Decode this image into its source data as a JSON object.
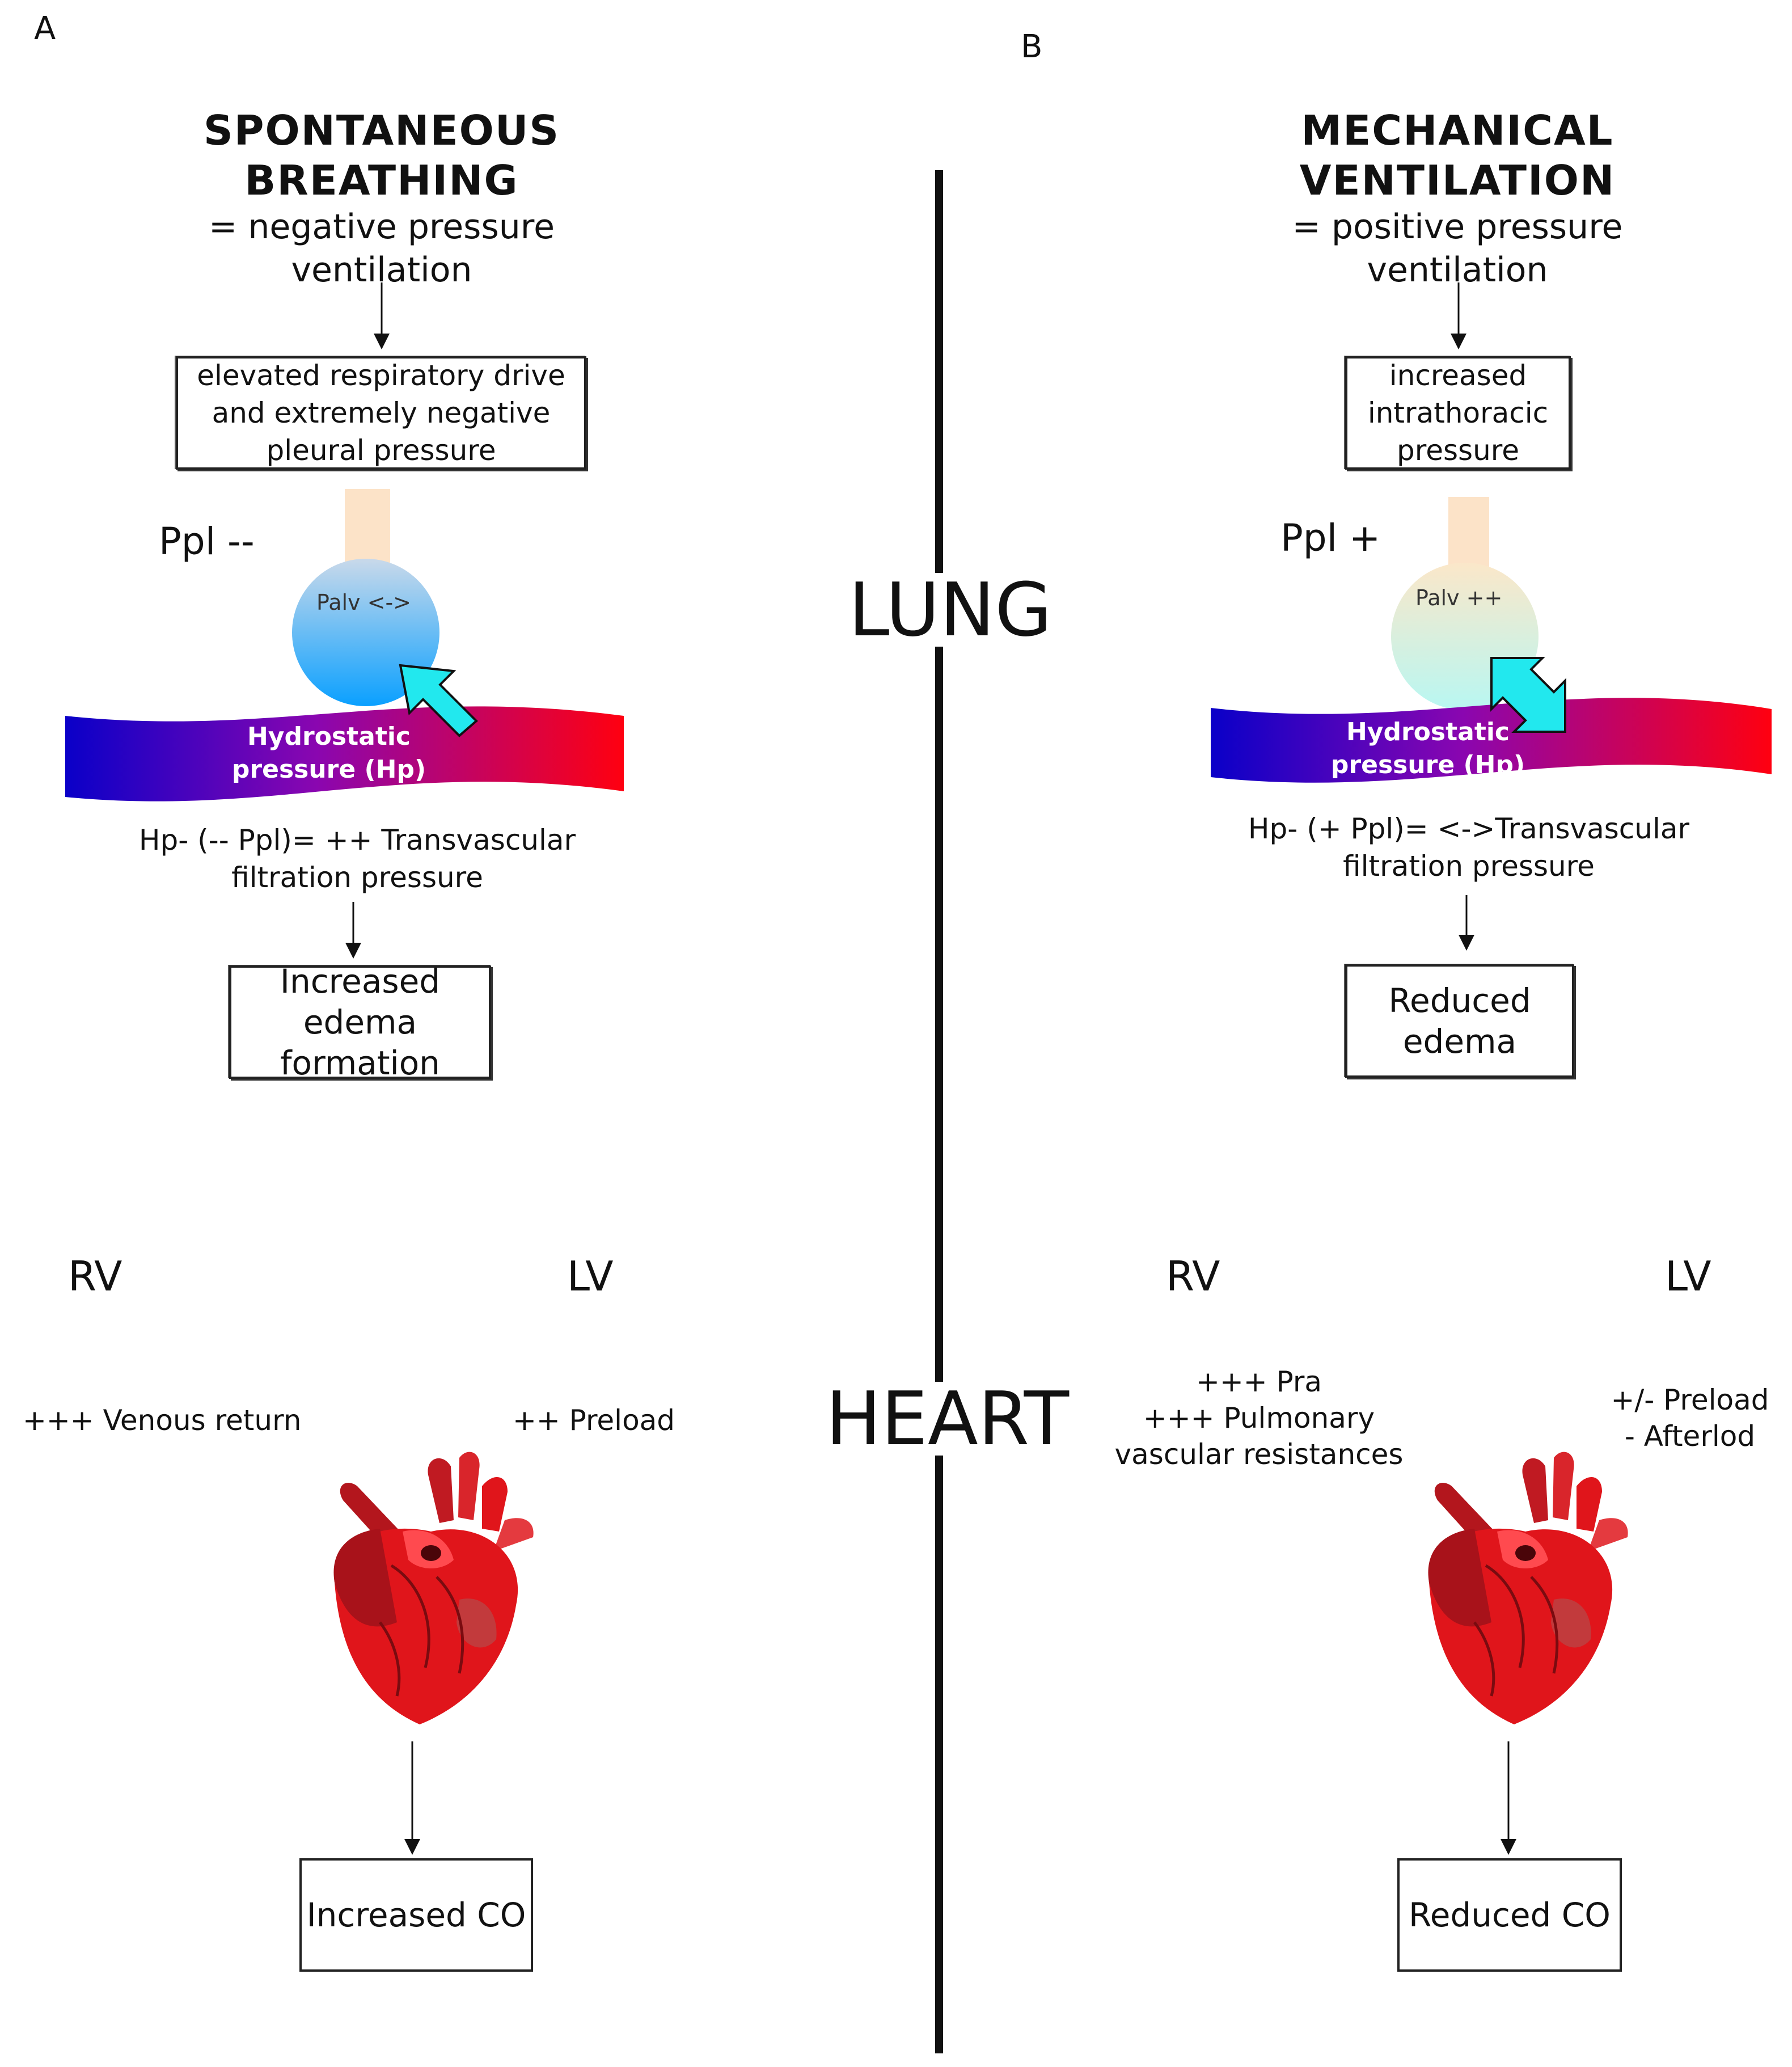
{
  "panel_a": {
    "label": "A",
    "title_line1": "SPONTANEOUS",
    "title_line2": "BREATHING",
    "subtitle_line1": "= negative pressure",
    "subtitle_line2": "ventilation",
    "box1_line1": "elevated respiratory drive",
    "box1_line2": "and extremely negative",
    "box1_line3": "pleural pressure",
    "ppl": "Ppl --",
    "palv": "Palv <->",
    "hp_line1": "Hydrostatic",
    "hp_line2": "pressure (Hp)",
    "formula_line1": "Hp- (-- Ppl)= ++ Transvascular",
    "formula_line2": "filtration pressure",
    "edema_line1": "Increased",
    "edema_line2": "edema",
    "edema_line3": "formation",
    "rv": "RV",
    "lv": "LV",
    "rv_note": "+++ Venous return",
    "lv_note": "++ Preload",
    "co": "Increased CO"
  },
  "panel_b": {
    "label": "B",
    "title_line1": "MECHANICAL",
    "title_line2": "VENTILATION",
    "subtitle_line1": "= positive pressure",
    "subtitle_line2": "ventilation",
    "box1_line1": "increased",
    "box1_line2": "intrathoracic",
    "box1_line3": "pressure",
    "ppl": "Ppl +",
    "palv": "Palv ++",
    "hp_line1": "Hydrostatic",
    "hp_line2": "pressure (Hp)",
    "formula_line1": "Hp- (+ Ppl)= <->Transvascular",
    "formula_line2": "filtration pressure",
    "edema_line1": "Reduced",
    "edema_line2": "edema",
    "rv": "RV",
    "lv": "LV",
    "rv_note_line1": "+++ Pra",
    "rv_note_line2": "+++ Pulmonary",
    "rv_note_line3": "vascular resistances",
    "lv_note_line1": "+/- Preload",
    "lv_note_line2": "- Afterlod",
    "co": "Reduced CO"
  },
  "sections": {
    "lung": "LUNG",
    "heart": "HEART"
  },
  "colors": {
    "vessel_venous": "#0a00c8",
    "vessel_mid": "#8a06b0",
    "vessel_arterial": "#ff0010",
    "alveolus_a": "#0aa0ff",
    "alveolus_b": "#c8f5ec",
    "airway": "#fce3c8",
    "arrow": "#22e8ee",
    "heart_red": "#e0151b"
  }
}
